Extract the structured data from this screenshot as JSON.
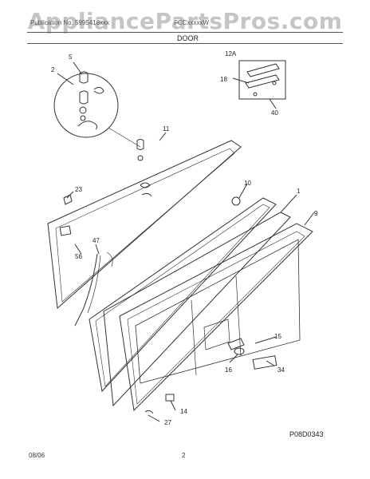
{
  "watermark": "AppliancePartsPros.com",
  "header": {
    "left_text": "Publication No. 5995418xxx",
    "right_text": "FCCxxxxxW",
    "section_title": "DOOR"
  },
  "callouts": [
    "5",
    "2",
    "12A",
    "18",
    "40",
    "11",
    "23",
    "10",
    "1",
    "9",
    "47",
    "56",
    "15",
    "16",
    "34",
    "14",
    "27"
  ],
  "drawing_code": "P08D0343",
  "footer": {
    "date": "08/06",
    "page": "2"
  }
}
